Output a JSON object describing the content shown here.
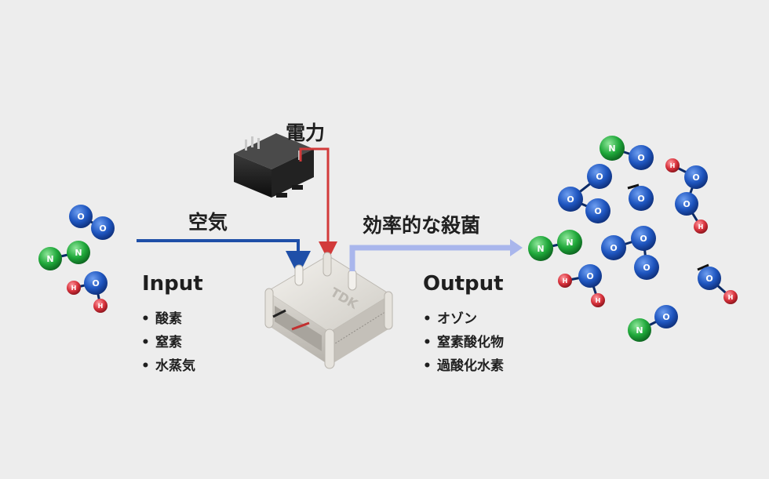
{
  "labels": {
    "power": "電力",
    "air": "空気",
    "sterilize": "効率的な殺菌",
    "input_title": "Input",
    "output_title": "Output",
    "device_brand": "TDK"
  },
  "input_items": [
    "酸素",
    "窒素",
    "水蒸気"
  ],
  "output_items": [
    "オゾン",
    "窒素酸化物",
    "過酸化水素"
  ],
  "colors": {
    "oxygen": "#1f5fbf",
    "nitrogen": "#1fa83a",
    "hydrogen": "#d8323c",
    "air_line": "#1f4fa8",
    "power_line": "#d23a3a",
    "output_arrow": "#a9b6ec"
  },
  "atoms": {
    "O": "O",
    "N": "N",
    "H": "H"
  }
}
